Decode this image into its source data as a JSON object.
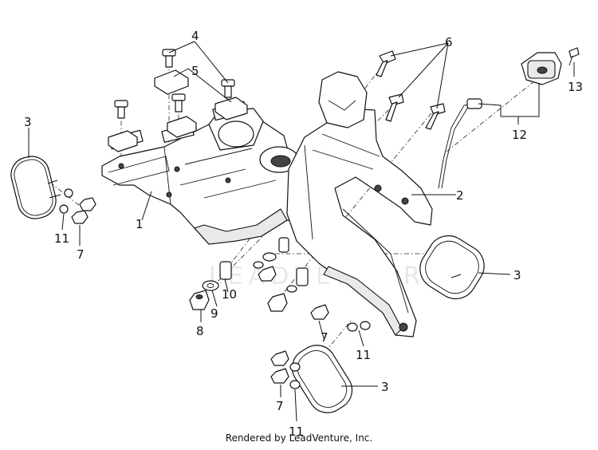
{
  "callouts": {
    "c1": "1",
    "c2": "2",
    "c3a": "3",
    "c3b": "3",
    "c3c": "3",
    "c4": "4",
    "c5": "5",
    "c6": "6",
    "c7a": "7",
    "c7b": "7",
    "c7c": "7",
    "c8": "8",
    "c9": "9",
    "c10": "10",
    "c11a": "11",
    "c11b": "11",
    "c11c": "11",
    "c12": "12",
    "c13": "13"
  },
  "watermark": "LEADVENTURE",
  "footer": "Rendered by LeadVenture, Inc."
}
